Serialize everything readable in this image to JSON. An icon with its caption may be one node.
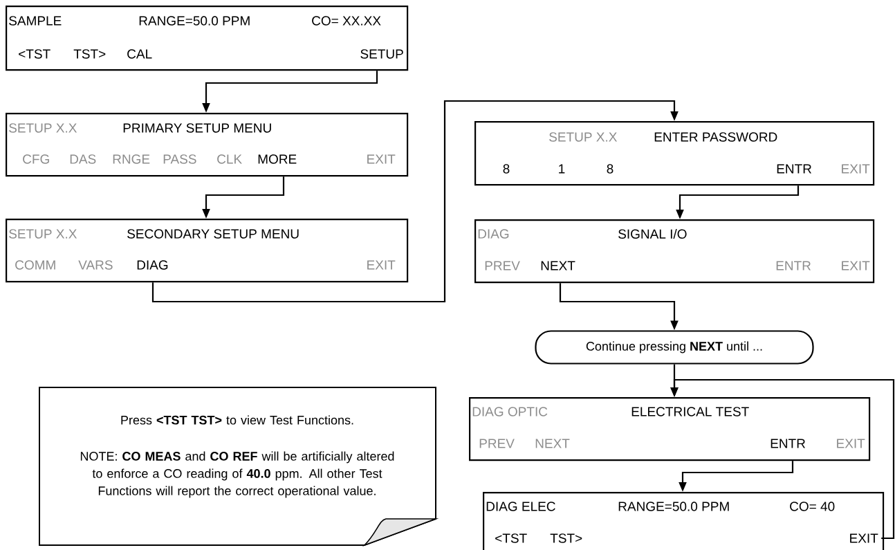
{
  "diagram": {
    "nodes": [
      {
        "text": [
          "SAMPLE",
          "RANGE=50.0 PPM",
          "CO= XX.XX",
          "<TST",
          "TST>",
          "CAL",
          "SETUP"
        ]
      },
      {
        "text": [
          "SETUP X.X",
          "PRIMARY SETUP MENU",
          "CFG",
          "DAS",
          "RNGE",
          "PASS",
          "CLK",
          "MORE",
          "EXIT"
        ]
      },
      {
        "text": [
          "SETUP X.X",
          "SECONDARY SETUP MENU",
          "COMM",
          "VARS",
          "DIAG",
          "EXIT"
        ]
      },
      {
        "text": [
          "SETUP X.X",
          "ENTER PASSWORD",
          "8",
          "1",
          "8",
          "ENTR",
          "EXIT"
        ]
      },
      {
        "text": [
          "DIAG",
          "SIGNAL I/O",
          "PREV",
          "NEXT",
          "ENTR",
          "EXIT"
        ]
      },
      {
        "text": [
          "Continue pressing **NEXT** until ..."
        ]
      },
      {
        "text": [
          "DIAG OPTIC",
          "ELECTRICAL TEST",
          "PREV",
          "NEXT",
          "ENTR",
          "EXIT"
        ]
      },
      {
        "text": [
          "DIAG ELEC",
          "RANGE=50.0 PPM",
          "CO= 40",
          "<TST",
          "TST>",
          "EXIT"
        ]
      },
      {
        "text": [
          "Press **<TST  TST>** to view Test Functions.",
          "NOTE: **CO MEAS** and **CO REF** will be artificially altered to enforce a CO reading of **40.0** ppm. All other Test Functions will report the correct operational value."
        ]
      }
    ],
    "edges": [
      {
        "from": 0,
        "to": 1,
        "arrow": "to"
      },
      {
        "from": 1,
        "to": 2,
        "arrow": "to"
      },
      {
        "from": 2,
        "to": 3,
        "arrow": "to"
      },
      {
        "from": 3,
        "to": 4,
        "arrow": "to"
      },
      {
        "from": 4,
        "to": 5,
        "arrow": "to"
      },
      {
        "from": 5,
        "to": 6,
        "arrow": "to"
      },
      {
        "from": 6,
        "to": 7,
        "arrow": "to"
      },
      {
        "from": 7,
        "to": 6,
        "arrow": "to"
      }
    ]
  }
}
